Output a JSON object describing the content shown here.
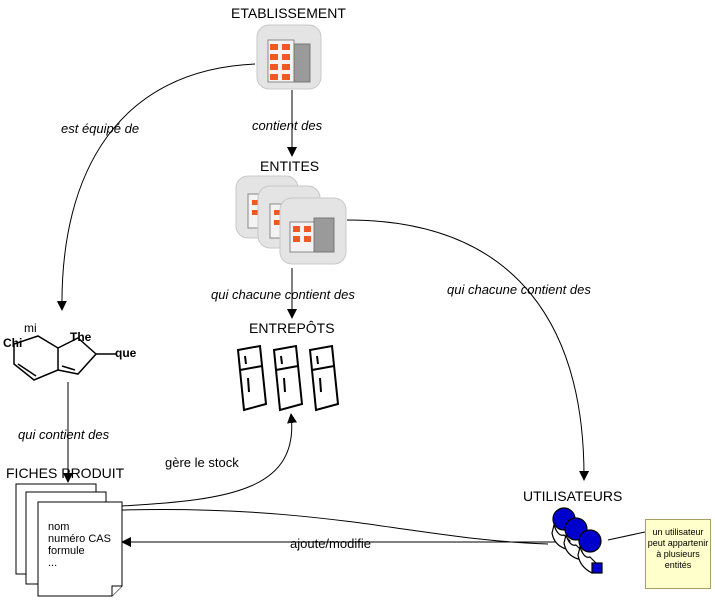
{
  "nodes": {
    "etablissement": "ETABLISSEMENT",
    "entites": "ENTITES",
    "entrepots": "ENTREPÔTS",
    "fiches_produit": "FICHES PRODUIT",
    "utilisateurs": "UTILISATEURS",
    "chimie_parts": [
      "Chi",
      "mi",
      "The",
      "que"
    ]
  },
  "edges": {
    "est_equipe_de": "est équipé de",
    "contient_des": "contient des",
    "qui_chacune_1": "qui chacune contient des",
    "qui_chacune_2": "qui chacune contient des",
    "qui_contient_des": "qui contient des",
    "gere_le_stock": "gère le stock",
    "ajoute_modifie": "ajoute/modifie"
  },
  "fiche_fields": [
    "nom",
    "numéro CAS",
    "formule",
    "..."
  ],
  "note_lines": [
    "un utilisateur",
    "peut appartenir",
    "à plusieurs",
    "entités"
  ],
  "colors": {
    "building_orange": "#ef5a24",
    "icon_bg": "#e4e4e4",
    "user_blue": "#0000cc",
    "note_yellow": "#ffffcc"
  }
}
